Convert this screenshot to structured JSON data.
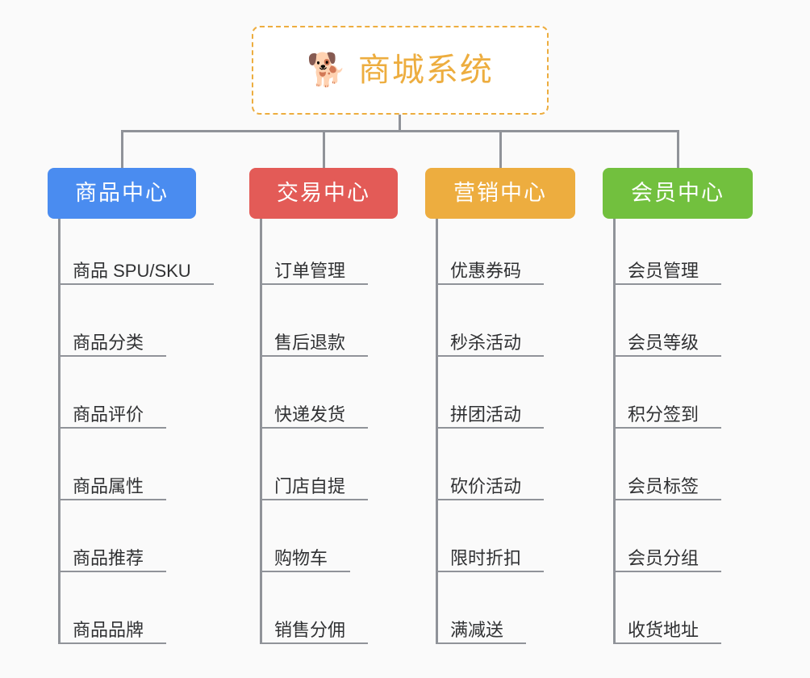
{
  "background": "#fafafa",
  "line_color": "#909399",
  "root": {
    "icon": "shiba-dog-face-icon",
    "emoji": "🐕",
    "title": "商城系统",
    "border_color": "#edad3f",
    "text_color": "#edad3f",
    "fill": "#ffffff"
  },
  "branches": [
    {
      "id": "product-center",
      "label": "商品中心",
      "color": "#4a8cf0",
      "text_color": "#ffffff",
      "items": [
        "商品 SPU/SKU",
        "商品分类",
        "商品评价",
        "商品属性",
        "商品推荐",
        "商品品牌"
      ]
    },
    {
      "id": "trade-center",
      "label": "交易中心",
      "color": "#e35b57",
      "text_color": "#ffffff",
      "items": [
        "订单管理",
        "售后退款",
        "快递发货",
        "门店自提",
        "购物车",
        "销售分佣"
      ]
    },
    {
      "id": "marketing-center",
      "label": "营销中心",
      "color": "#edad3f",
      "text_color": "#ffffff",
      "items": [
        "优惠券码",
        "秒杀活动",
        "拼团活动",
        "砍价活动",
        "限时折扣",
        "满减送"
      ]
    },
    {
      "id": "member-center",
      "label": "会员中心",
      "color": "#72c03e",
      "text_color": "#ffffff",
      "items": [
        "会员管理",
        "会员等级",
        "积分签到",
        "会员标签",
        "会员分组",
        "收货地址"
      ]
    }
  ]
}
